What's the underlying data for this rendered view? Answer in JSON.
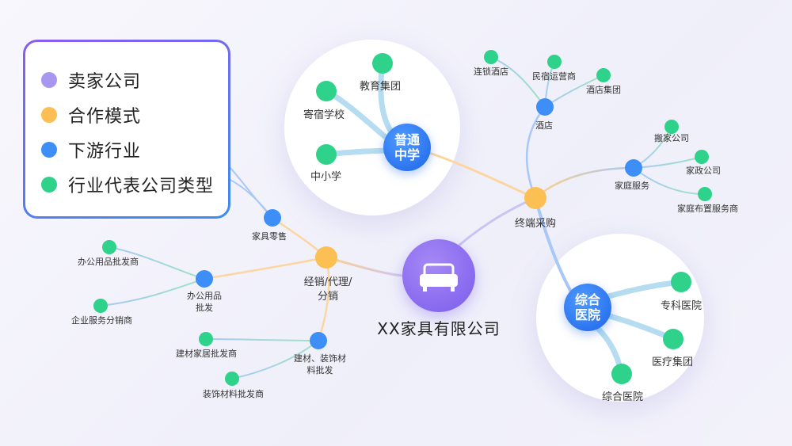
{
  "legend": [
    {
      "label": "卖家公司",
      "color": "#a897f0"
    },
    {
      "label": "合作模式",
      "color": "#fbbf53"
    },
    {
      "label": "下游行业",
      "color": "#3d8ef7"
    },
    {
      "label": "行业代表公司类型",
      "color": "#2fd28a"
    }
  ],
  "center": {
    "label": "XX家具有限公司",
    "icon": "sofa-icon"
  },
  "hubs": {
    "school": {
      "line1": "普通",
      "line2": "中学"
    },
    "hospital": {
      "line1": "综合",
      "line2": "医院"
    }
  },
  "labels": {
    "jiaoyu": "教育集团",
    "jisu": "寄宿学校",
    "zhongxiao": "中小学",
    "liansuo": "连锁酒店",
    "minsu": "民宿运营商",
    "jiudianjituan": "酒店集团",
    "jiudian": "酒店",
    "banjia": "搬家公司",
    "jiazheng": "家政公司",
    "jiatingfuwu": "家庭服务",
    "buzhi": "家庭布置服务商",
    "zhongduan": "终端采购",
    "lingshou": "家具零售",
    "bangong_shang": "办公用品批发商",
    "bangong_pifa_1": "办公用品",
    "bangong_pifa_2": "批发",
    "qiye": "企业服务分销商",
    "jingxiao_1": "经销/代理/",
    "jingxiao_2": "分销",
    "jiancai_shang": "建材家居批发商",
    "jiancai_pifa_1": "建材、装饰材",
    "jiancai_pifa_2": "料批发",
    "zhuangshi": "装饰材料批发商",
    "zhuanke": "专科医院",
    "yiliao": "医疗集团",
    "zonghe": "综合医院"
  }
}
